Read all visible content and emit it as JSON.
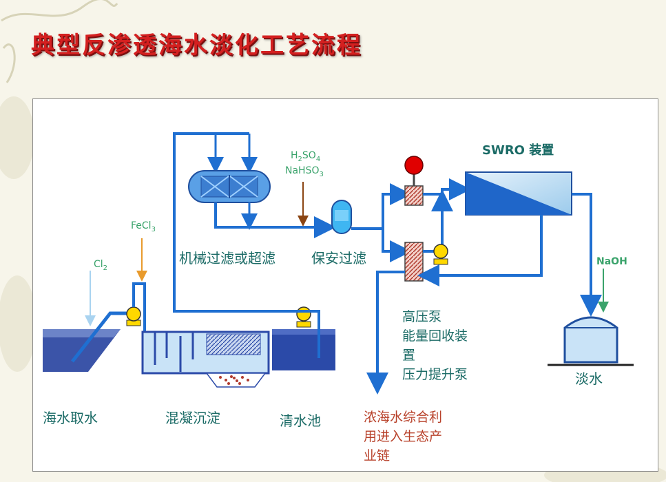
{
  "title": "典型反渗透海水淡化工艺流程",
  "stages": {
    "intake": "海水取水",
    "coagulation": "混凝沉淀",
    "clear_pool": "清水池",
    "filtration": "机械过滤或超滤",
    "security_filter": "保安过滤",
    "swro": "SWRO 装置",
    "fresh_water": "淡水"
  },
  "chemicals": {
    "cl2": {
      "main": "Cl",
      "sub": "2"
    },
    "fecl3": {
      "main": "FeCl",
      "sub": "3"
    },
    "h2so4": {
      "a": "H",
      "b": "2",
      "c": "SO",
      "d": "4"
    },
    "nahso3": {
      "main": "NaHSO",
      "sub": "3"
    },
    "naoh": "NaOH"
  },
  "equipment_notes": [
    "高压泵",
    "能量回收装",
    "置",
    "压力提升泵"
  ],
  "brine_note": [
    "浓海水综合利",
    "用进入生态产",
    "业链"
  ],
  "colors": {
    "title": "#d42020",
    "pipe": "#1f6fd1",
    "tank_dark": "#2b4aa8",
    "tank_fill": "#c9e3f7",
    "label_teal": "#1b6b66",
    "label_red": "#b8412a",
    "chem_green": "#3aa36b",
    "pump_yellow": "#ffd800",
    "valve_red": "#e00000"
  }
}
